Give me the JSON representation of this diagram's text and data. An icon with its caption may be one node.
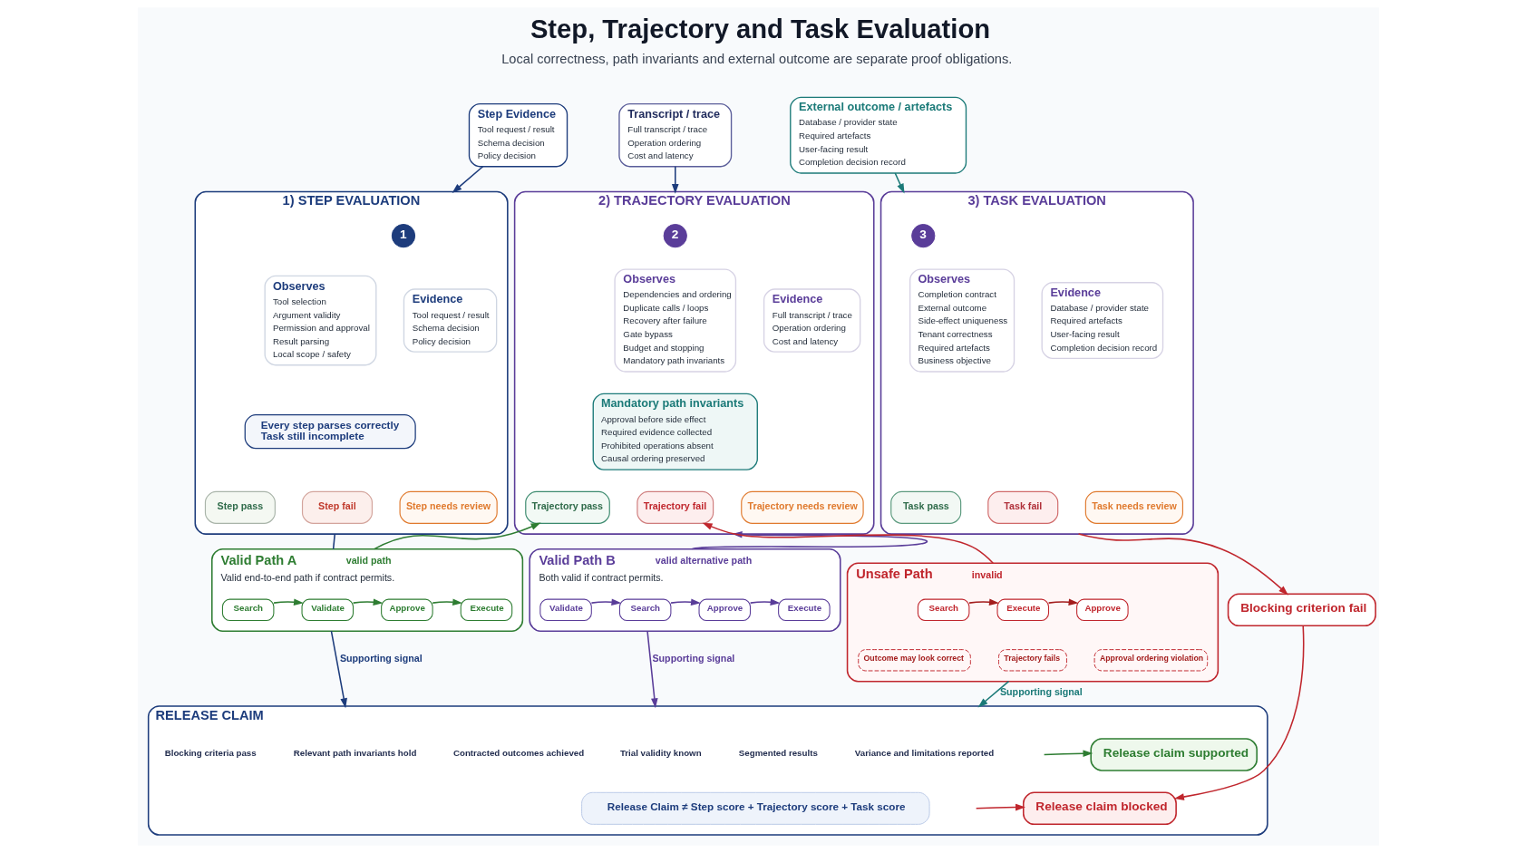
{
  "diagram": {
    "title": "Step, Trajectory and Task Evaluation",
    "caption": "Local correctness, path invariants and external outcome are separate proof obligations.",
    "nodes": [
      {
        "text": [
          "Step Evidence",
          "Tool request / result",
          "Schema decision",
          "Policy decision"
        ]
      },
      {
        "text": [
          "1) STEP EVALUATION"
        ]
      },
      {
        "text": [
          "1"
        ],
        "in": 1
      },
      {
        "text": [
          "Observes",
          "Tool selection",
          "Argument validity",
          "Permission and approval",
          "Result parsing",
          "Local scope / safety"
        ],
        "in": 1
      },
      {
        "text": [
          "Evidence",
          "Tool request / result",
          "Schema decision",
          "Policy decision"
        ],
        "in": 1
      },
      {
        "text": [
          "Every step parses correctly",
          "Task still incomplete"
        ],
        "in": 1
      },
      {
        "text": [
          "Step pass"
        ],
        "in": 1
      },
      {
        "text": [
          "Step fail"
        ],
        "in": 1
      },
      {
        "text": [
          "Step needs review"
        ],
        "in": 1
      },
      {
        "text": [
          "Transcript / trace",
          "Full transcript / trace",
          "Operation ordering",
          "Cost and latency"
        ]
      },
      {
        "text": [
          "2) TRAJECTORY EVALUATION"
        ]
      },
      {
        "text": [
          "2"
        ],
        "in": 10
      },
      {
        "text": [
          "Observes",
          "Dependencies and ordering",
          "Duplicate calls / loops",
          "Recovery after failure",
          "Gate bypass",
          "Budget and stopping",
          "Mandatory path invariants"
        ],
        "in": 10
      },
      {
        "text": [
          "Evidence",
          "Full transcript / trace",
          "Operation ordering",
          "Cost and latency"
        ],
        "in": 10
      },
      {
        "text": [
          "Mandatory path invariants",
          "Approval before side effect",
          "Required evidence collected",
          "Prohibited operations absent",
          "Causal ordering preserved"
        ],
        "in": 10
      },
      {
        "text": [
          "Trajectory pass"
        ],
        "in": 10
      },
      {
        "text": [
          "Trajectory fail"
        ],
        "in": 10
      },
      {
        "text": [
          "Trajectory needs review"
        ],
        "in": 10
      },
      {
        "text": [
          "External outcome / artefacts",
          "Database / provider state",
          "Required artefacts",
          "User-facing result",
          "Completion decision record"
        ]
      },
      {
        "text": [
          "3) TASK EVALUATION"
        ]
      },
      {
        "text": [
          "3"
        ],
        "in": 19
      },
      {
        "text": [
          "Observes",
          "Completion contract",
          "External outcome",
          "Side-effect uniqueness",
          "Tenant correctness",
          "Required artefacts",
          "Business objective"
        ],
        "in": 19
      },
      {
        "text": [
          "Evidence",
          "Database / provider state",
          "Required artefacts",
          "User-facing result",
          "Completion decision record"
        ],
        "in": 19
      },
      {
        "text": [
          "Task pass"
        ],
        "in": 19
      },
      {
        "text": [
          "Task fail"
        ],
        "in": 19
      },
      {
        "text": [
          "Task needs review"
        ],
        "in": 19
      },
      {
        "text": [
          "Valid Path A",
          "valid path",
          "Valid end-to-end path if contract permits."
        ]
      },
      {
        "text": [
          "Search"
        ],
        "in": 26
      },
      {
        "text": [
          "Validate"
        ],
        "in": 26
      },
      {
        "text": [
          "Approve"
        ],
        "in": 26
      },
      {
        "text": [
          "Execute"
        ],
        "in": 26
      },
      {
        "text": [
          "Valid Path B",
          "valid alternative path",
          "Both valid if contract permits."
        ]
      },
      {
        "text": [
          "Validate"
        ],
        "in": 31
      },
      {
        "text": [
          "Search"
        ],
        "in": 31
      },
      {
        "text": [
          "Approve"
        ],
        "in": 31
      },
      {
        "text": [
          "Execute"
        ],
        "in": 31
      },
      {
        "text": [
          "Unsafe Path",
          "invalid"
        ]
      },
      {
        "text": [
          "Search"
        ],
        "in": 36
      },
      {
        "text": [
          "Execute"
        ],
        "in": 36
      },
      {
        "text": [
          "Approve"
        ],
        "in": 36
      },
      {
        "text": [
          "Outcome may look correct"
        ],
        "in": 36
      },
      {
        "text": [
          "Trajectory fails"
        ],
        "in": 36
      },
      {
        "text": [
          "Approval ordering violation"
        ],
        "in": 36
      },
      {
        "text": [
          "Blocking criterion fail"
        ]
      },
      {
        "text": [
          "RELEASE CLAIM"
        ]
      },
      {
        "text": [
          "Blocking criteria pass"
        ],
        "in": 44
      },
      {
        "text": [
          "Relevant path invariants hold"
        ],
        "in": 44
      },
      {
        "text": [
          "Contracted outcomes achieved"
        ],
        "in": 44
      },
      {
        "text": [
          "Trial validity known"
        ],
        "in": 44
      },
      {
        "text": [
          "Segmented results"
        ],
        "in": 44
      },
      {
        "text": [
          "Variance and limitations reported"
        ],
        "in": 44
      },
      {
        "text": [
          "Release Claim ≠ Step score + Trajectory score + Task score"
        ],
        "in": 44
      },
      {
        "text": [
          "Release claim supported"
        ],
        "in": 44
      },
      {
        "text": [
          "Release claim blocked"
        ],
        "in": 44
      }
    ],
    "edges": [
      {
        "from": 0,
        "to": 1,
        "arrow": "to"
      },
      {
        "from": 9,
        "to": 10,
        "arrow": "to"
      },
      {
        "from": 18,
        "to": 19,
        "arrow": "to",
        "color": "#1b7a78"
      },
      {
        "from": 1,
        "to": 26,
        "arrow": "none"
      },
      {
        "from": 26,
        "to": 15,
        "arrow": "to",
        "color": "#2e7d32"
      },
      {
        "from": 31,
        "to": 10,
        "arrow": "to",
        "color": "#5a3d99"
      },
      {
        "from": 36,
        "to": 16,
        "arrow": "to",
        "color": "#c0262d"
      },
      {
        "from": 19,
        "to": 43,
        "arrow": "to",
        "color": "#c0262d"
      },
      {
        "from": 27,
        "to": 28,
        "arrow": "to",
        "color": "#2e7d32"
      },
      {
        "from": 28,
        "to": 29,
        "arrow": "to",
        "color": "#2e7d32"
      },
      {
        "from": 29,
        "to": 30,
        "arrow": "to",
        "color": "#2e7d32"
      },
      {
        "from": 32,
        "to": 33,
        "arrow": "to",
        "color": "#5a3d99"
      },
      {
        "from": 33,
        "to": 34,
        "arrow": "to",
        "color": "#5a3d99"
      },
      {
        "from": 34,
        "to": 35,
        "arrow": "to",
        "color": "#5a3d99"
      },
      {
        "from": 37,
        "to": 38,
        "arrow": "to",
        "color": "#a31d1d"
      },
      {
        "from": 38,
        "to": 39,
        "arrow": "to",
        "color": "#a31d1d"
      },
      {
        "from": 26,
        "to": 44,
        "arrow": "to",
        "label": "Supporting signal"
      },
      {
        "from": 31,
        "to": 44,
        "arrow": "to",
        "label": "Supporting signal",
        "color": "#5a3d99"
      },
      {
        "from": 36,
        "to": 44,
        "arrow": "to",
        "label": "Supporting signal",
        "color": "#1b7a78"
      },
      {
        "from": 43,
        "to": 53,
        "arrow": "to",
        "color": "#c0262d"
      },
      {
        "from": null,
        "to": 52,
        "arrow": "to",
        "color": "#2e7d32"
      },
      {
        "from": null,
        "to": 53,
        "arrow": "to",
        "color": "#c0262d"
      }
    ]
  }
}
